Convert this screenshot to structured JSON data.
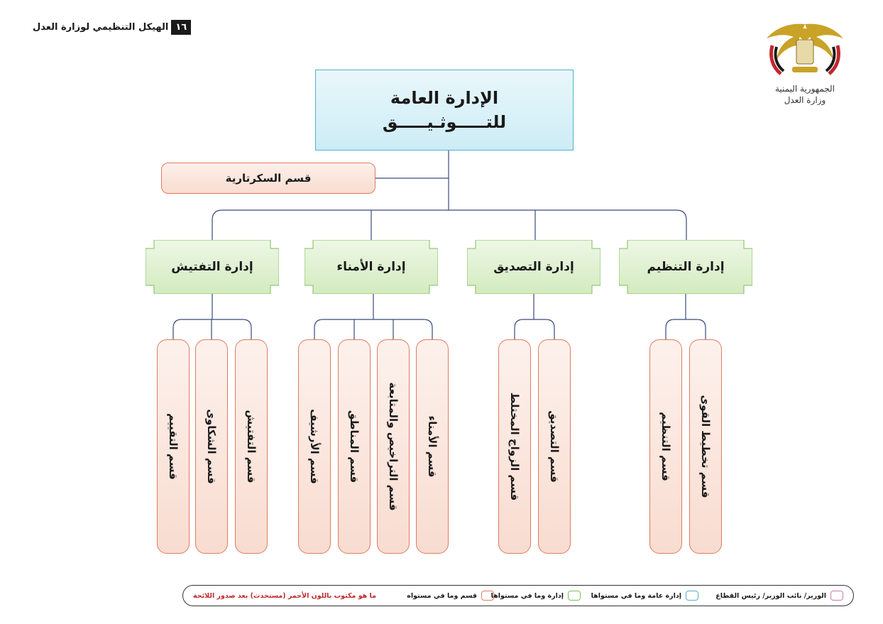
{
  "header": {
    "page_number": "١٦",
    "title": "الهيكل التنظيمي لوزارة العدل"
  },
  "emblem": {
    "line1": "الجمهورية اليمنية",
    "line2": "وزارة العدل"
  },
  "top": {
    "line1": "الإدارة العامة",
    "line2": "للتـــــوثـيـــــق"
  },
  "secretariat": "قسم السكرتارية",
  "departments": [
    {
      "label": "إدارة التنظيم",
      "sections": [
        "قسم التنظيم",
        "قسم تخطيط القوى"
      ]
    },
    {
      "label": "إدارة التصديق",
      "sections": [
        "قسم الزواج المختلط",
        "قسم التصديق"
      ]
    },
    {
      "label": "إدارة الأمناء",
      "sections": [
        "قسم الأرشيف",
        "قسم المناطق",
        "قسم التراخيص والمتابعة",
        "قسم الأمناء"
      ]
    },
    {
      "label": "إدارة التفتيش",
      "sections": [
        "قسم التقييم",
        "قسم الشكاوى",
        "قسم التفتيش"
      ]
    }
  ],
  "legend": {
    "minister": "الوزير/ نائب الوزير/ رئيس القطاع",
    "general_admin": "إدارة عامة وما في مستواها",
    "admin": "إدارة وما في مستواها",
    "section": "قسم وما في مستواه",
    "note": "ما هو مكتوب باللون الأحمر (مستحدث) بعد صدور اللائحة"
  },
  "colors": {
    "line": "#3a4a7a",
    "general_admin_border": "#4fb2c9",
    "admin_border": "#7bbf5a",
    "section_border": "#e07b62",
    "minister_border": "#c67ab5",
    "note_red": "#c0272d"
  }
}
